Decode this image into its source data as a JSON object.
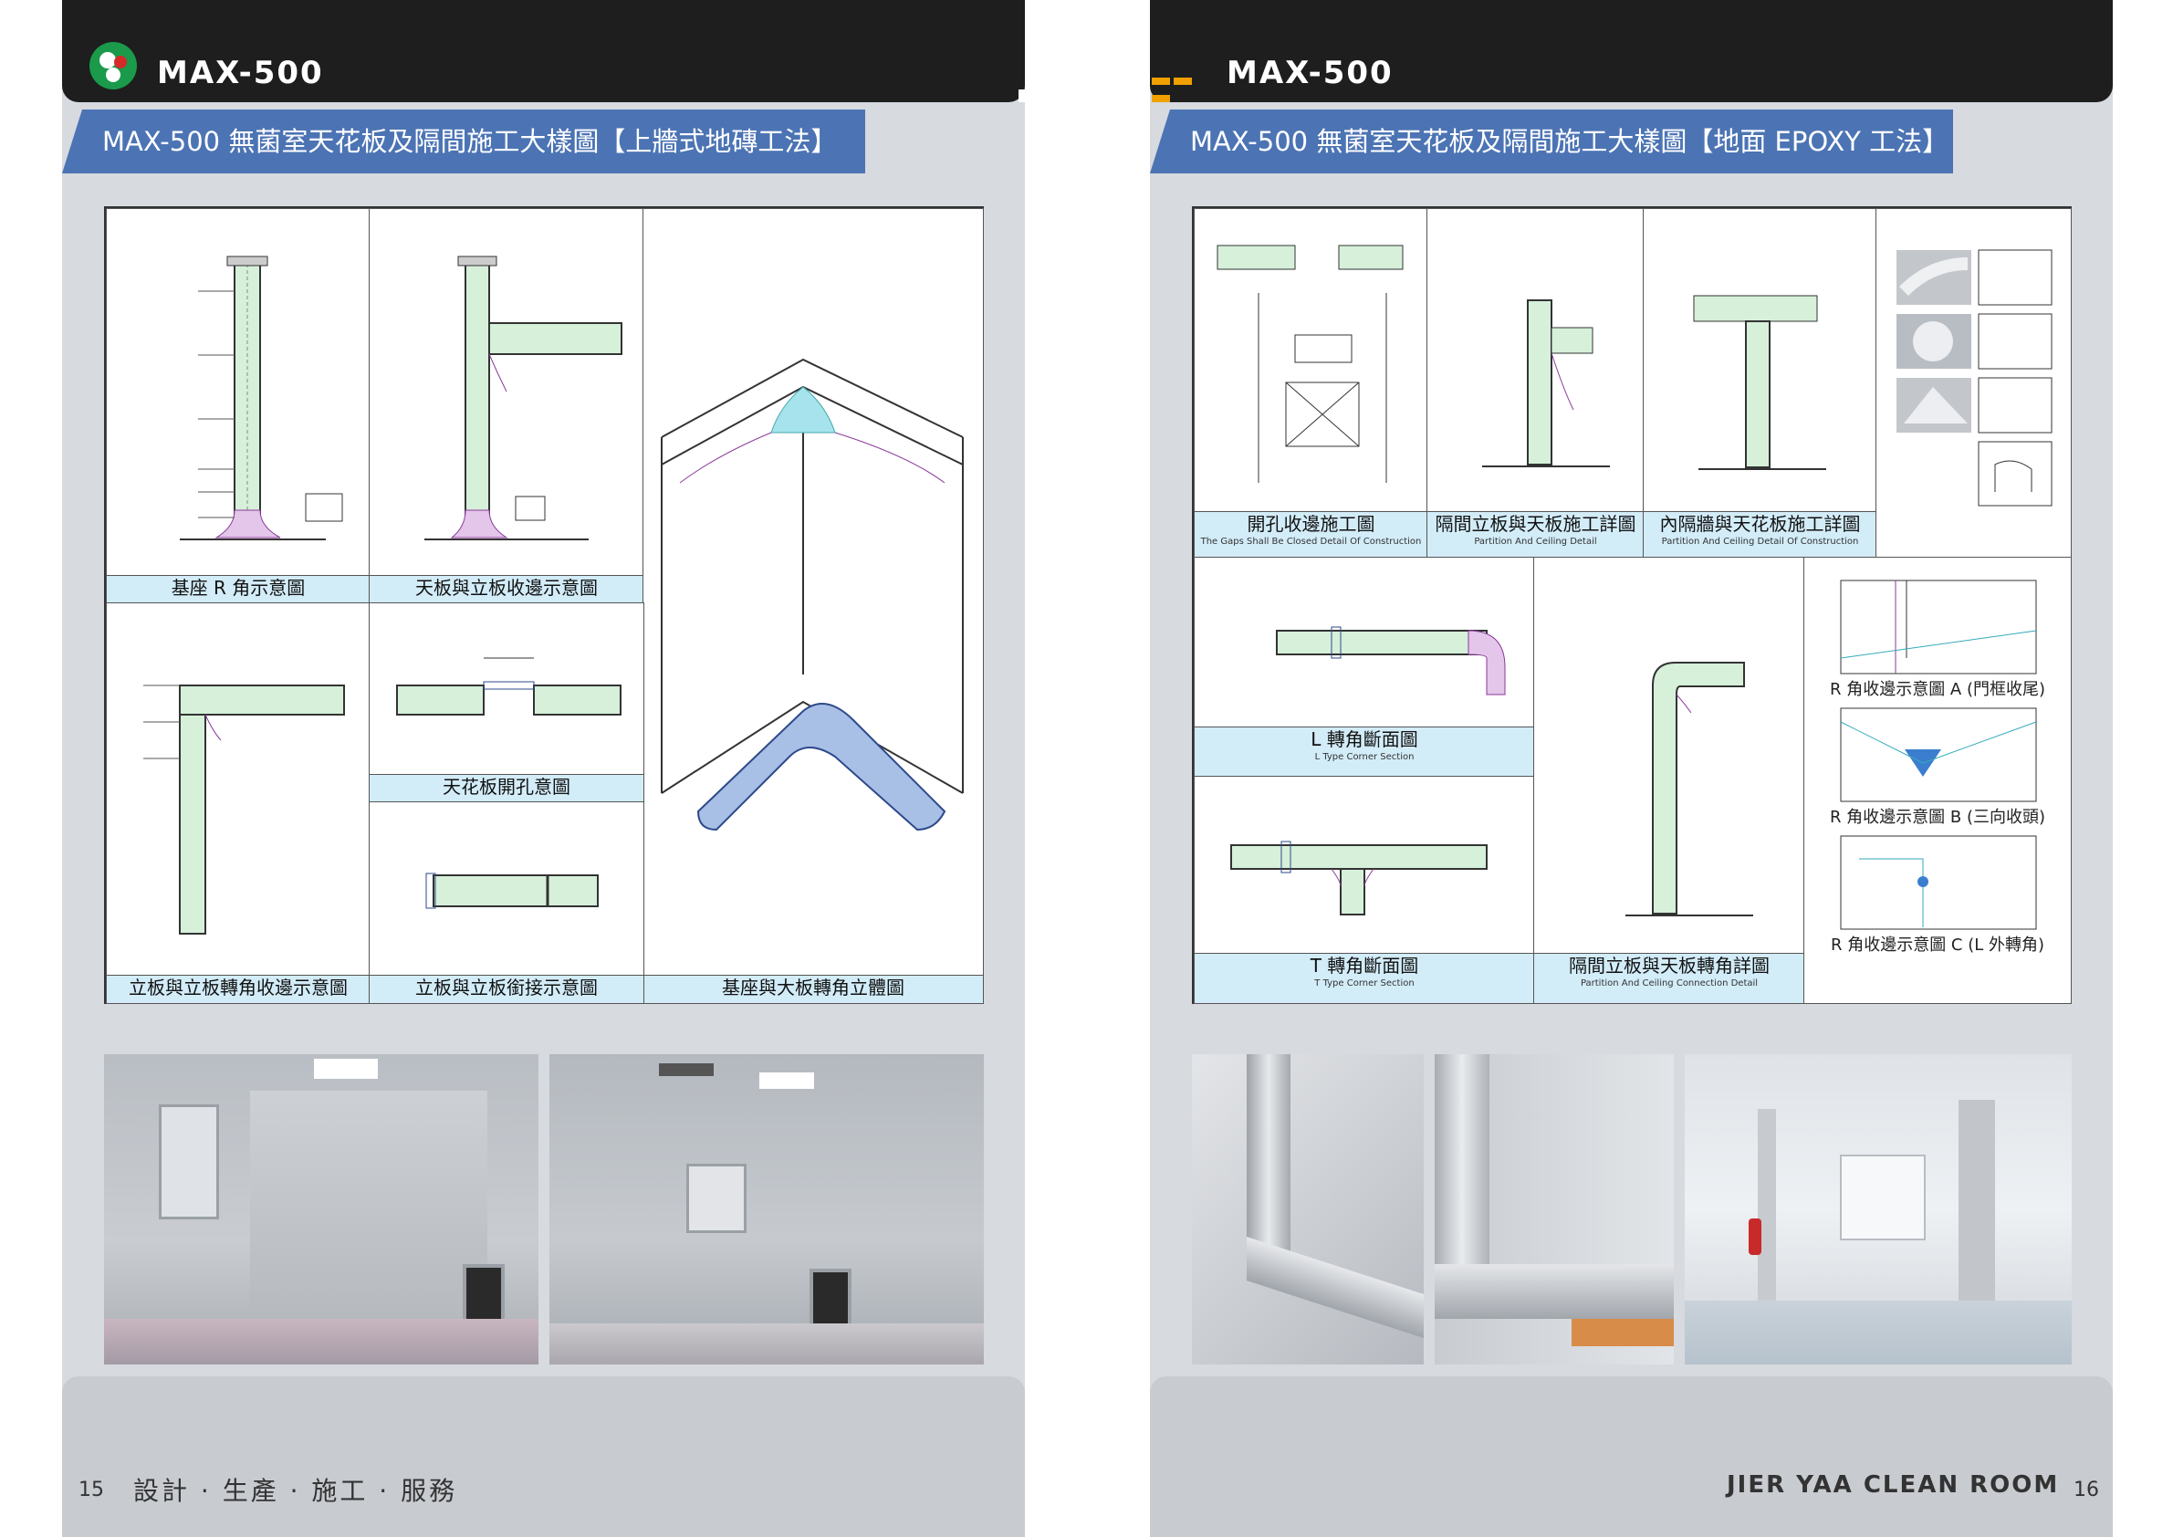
{
  "left_page": {
    "brand": "MAX-500",
    "title": "MAX-500 無菌室天花板及隔間施工大樣圖【上牆式地磚工法】",
    "captions": {
      "base_r": "基座 R 角示意圖",
      "ceiling_edge": "天板與立板收邊示意圖",
      "panel_corner": "立板與立板轉角收邊示意圖",
      "ceiling_hole": "天花板開孔意圖",
      "panel_joint": "立板與立板銜接示意圖",
      "base_3d": "基座與大板轉角立體圖"
    },
    "page_number": "15",
    "slogan": "設計 · 生產 · 施工 · 服務"
  },
  "right_page": {
    "brand": "MAX-500",
    "title": "MAX-500 無菌室天花板及隔間施工大樣圖【地面 EPOXY 工法】",
    "captions": {
      "opening_zh": "開孔收邊施工圖",
      "opening_en": "The Gaps Shall Be Closed Detail Of Construction",
      "partition_zh": "隔間立板與天板施工詳圖",
      "partition_en": "Partition And Ceiling Detail",
      "inner_zh": "內隔牆與天花板施工詳圖",
      "inner_en": "Partition And Ceiling Detail Of Construction",
      "l_corner_zh": "L 轉角斷面圖",
      "l_corner_en": "L Type Corner Section",
      "t_corner_zh": "T 轉角斷面圖",
      "t_corner_en": "T Type Corner Section",
      "connection_zh": "隔間立板與天板轉角詳圖",
      "connection_en": "Partition And Ceiling Connection Detail",
      "r_a": "R 角收邊示意圖 A (門框收尾)",
      "r_b": "R 角收邊示意圖 B (三向收頭)",
      "r_c": "R 角收邊示意圖 C (L 外轉角)"
    },
    "page_number": "16",
    "company": "JIER YAA CLEAN ROOM"
  },
  "colors": {
    "title_bar": "#4c74b4",
    "caption_bg": "#d2ecf8",
    "panel_fill": "#d6f0da",
    "header_bg": "#1e1e1e",
    "accent_dash": "#f1a000"
  }
}
